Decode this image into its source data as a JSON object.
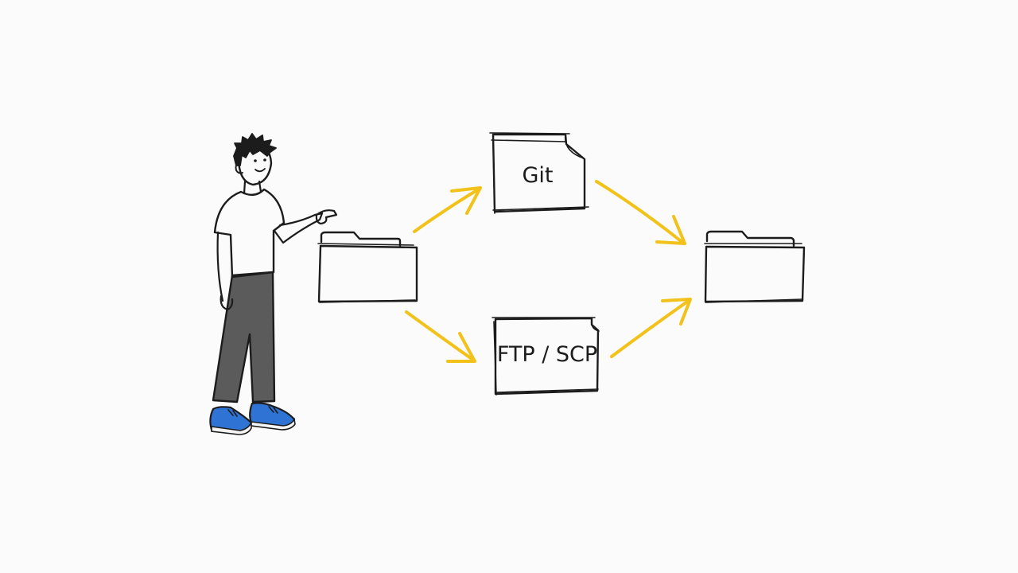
{
  "diagram": {
    "nodes": {
      "source_folder": {
        "kind": "folder-icon"
      },
      "git_doc": {
        "kind": "document-icon",
        "label": "Git"
      },
      "ftp_doc": {
        "kind": "document-icon",
        "label": "FTP / SCP"
      },
      "target_folder": {
        "kind": "folder-icon"
      }
    },
    "edges": [
      {
        "from": "source_folder",
        "to": "git_doc"
      },
      {
        "from": "source_folder",
        "to": "ftp_doc"
      },
      {
        "from": "git_doc",
        "to": "target_folder"
      },
      {
        "from": "ftp_doc",
        "to": "target_folder"
      }
    ],
    "figure": {
      "kind": "person-illustration"
    }
  },
  "colors": {
    "ink": "#1c1c1c",
    "arrow": "#f2c21a",
    "paper": "#ffffff",
    "background": "#fbfbfb",
    "pants": "#5b5b5c",
    "shoes": "#2f74d4",
    "soles": "#f4f4f4"
  }
}
